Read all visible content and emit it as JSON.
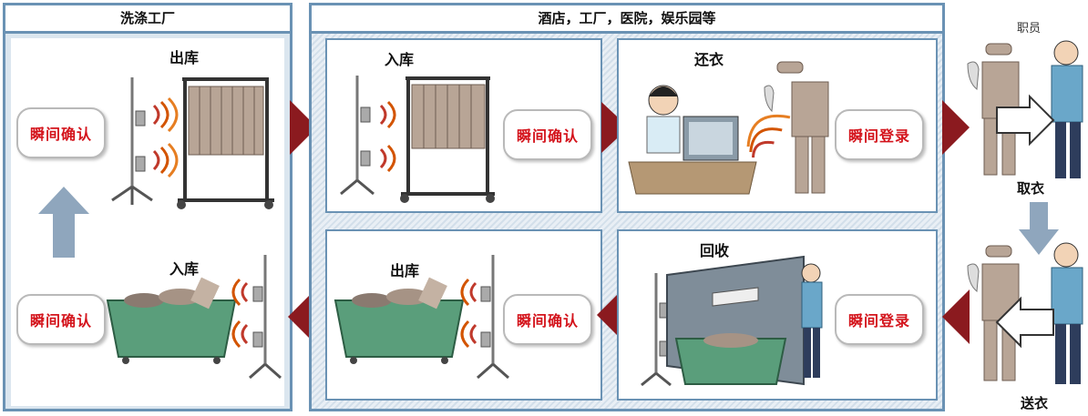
{
  "left_panel": {
    "title": "洗涤工厂",
    "top_scene": {
      "label": "出库",
      "confirm": "瞬间确认"
    },
    "bottom_scene": {
      "label": "入库",
      "confirm": "瞬间确认"
    }
  },
  "middle_panel": {
    "title": "酒店，工厂，医院，娱乐园等",
    "top_left_scene": {
      "label": "入库",
      "confirm": "瞬间确认"
    },
    "top_right_scene": {
      "label": "还衣",
      "confirm": "瞬间登录"
    },
    "bottom_left_scene": {
      "label": "出库",
      "confirm": "瞬间确认"
    },
    "bottom_right_scene": {
      "label": "回收",
      "confirm": "瞬间登录"
    }
  },
  "right_panel": {
    "title": "职员",
    "top_action": "取衣",
    "bottom_action": "送衣"
  },
  "colors": {
    "panel_border": "#6a92b4",
    "arrow_red": "#8b1a1f",
    "confirm_text": "#d4141c",
    "up_arrow": "#8fa6bd"
  }
}
